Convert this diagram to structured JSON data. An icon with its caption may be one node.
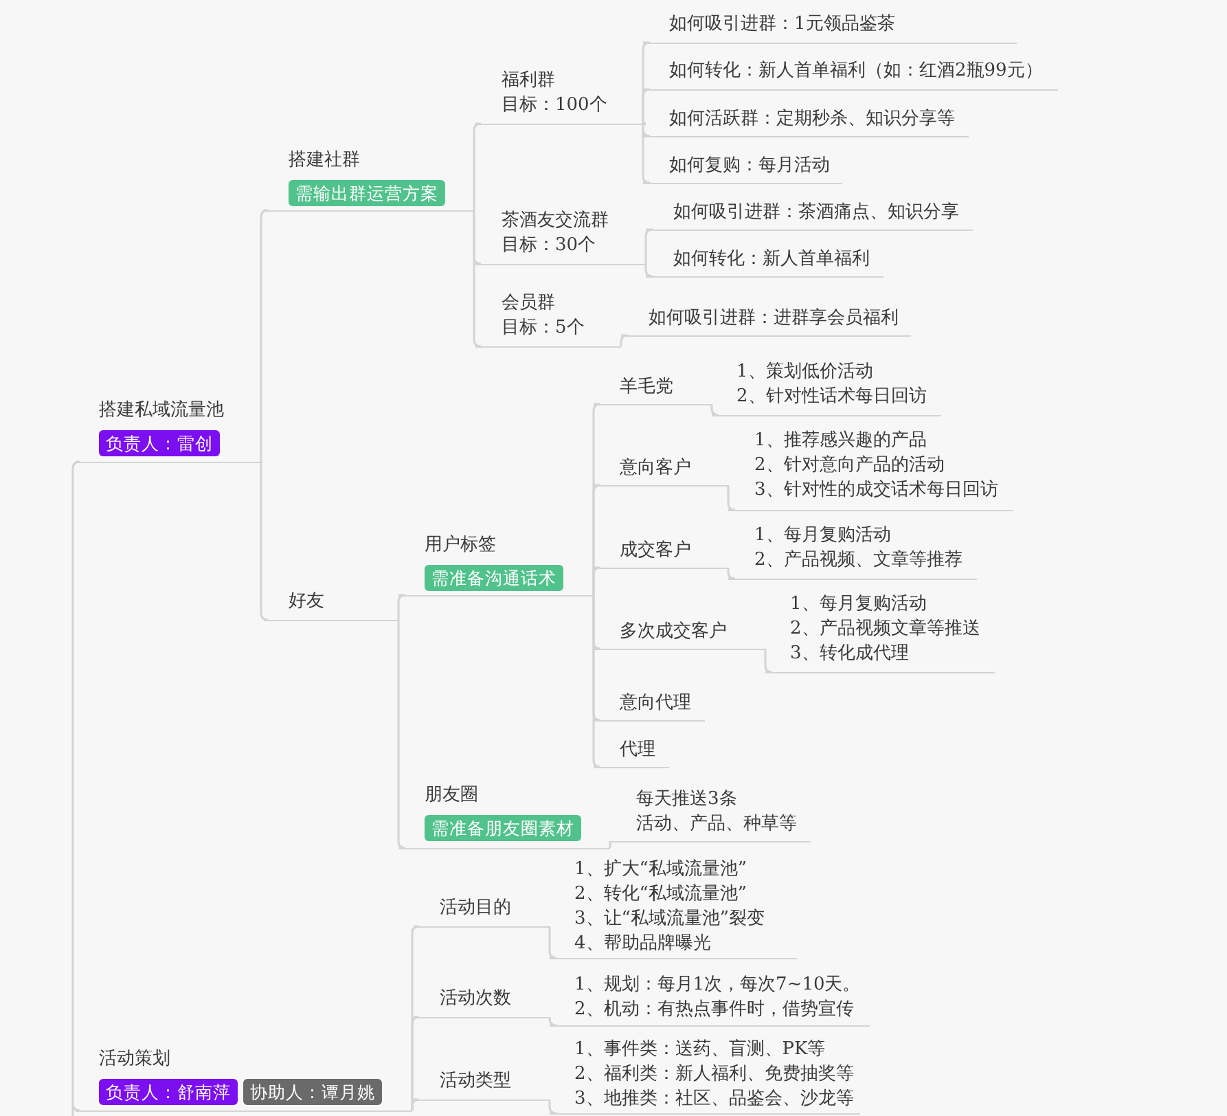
{
  "diagram": {
    "nodes": [
      {
        "text": [
          "搭建私域流量池",
          "负责人：雷创"
        ]
      },
      {
        "text": [
          "搭建社群",
          "需输出群运营方案"
        ]
      },
      {
        "text": [
          "福利群",
          "目标：100个"
        ]
      },
      {
        "text": [
          "如何吸引进群：1元领品鉴茶"
        ]
      },
      {
        "text": [
          "如何转化：新人首单福利（如：红酒2瓶99元）"
        ]
      },
      {
        "text": [
          "如何活跃群：定期秒杀、知识分享等"
        ]
      },
      {
        "text": [
          "如何复购：每月活动"
        ]
      },
      {
        "text": [
          "茶酒友交流群",
          "目标：30个"
        ]
      },
      {
        "text": [
          "如何吸引进群：茶酒痛点、知识分享"
        ]
      },
      {
        "text": [
          "如何转化：新人首单福利"
        ]
      },
      {
        "text": [
          "会员群",
          "目标：5个"
        ]
      },
      {
        "text": [
          "如何吸引进群：进群享会员福利"
        ]
      },
      {
        "text": [
          "好友"
        ]
      },
      {
        "text": [
          "用户标签",
          "需准备沟通话术"
        ]
      },
      {
        "text": [
          "羊毛党"
        ]
      },
      {
        "text": [
          "1、策划低价活动",
          "2、针对性话术每日回访"
        ]
      },
      {
        "text": [
          "意向客户"
        ]
      },
      {
        "text": [
          "1、推荐感兴趣的产品",
          "2、针对意向产品的活动",
          "3、针对性的成交话术每日回访"
        ]
      },
      {
        "text": [
          "成交客户"
        ]
      },
      {
        "text": [
          "1、每月复购活动",
          "2、产品视频、文章等推荐"
        ]
      },
      {
        "text": [
          "多次成交客户"
        ]
      },
      {
        "text": [
          "1、每月复购活动",
          "2、产品视频文章等推送",
          "3、转化成代理"
        ]
      },
      {
        "text": [
          "意向代理"
        ]
      },
      {
        "text": [
          "代理"
        ]
      },
      {
        "text": [
          "朋友圈",
          "需准备朋友圈素材"
        ]
      },
      {
        "text": [
          "每天推送3条",
          "活动、产品、种草等"
        ]
      },
      {
        "text": [
          "活动策划",
          "负责人：舒南萍",
          "协助人：谭月姚"
        ]
      },
      {
        "text": [
          "活动目的"
        ]
      },
      {
        "text": [
          "1、扩大“私域流量池”",
          "2、转化“私域流量池”",
          "3、让“私域流量池”裂变",
          "4、帮助品牌曝光"
        ]
      },
      {
        "text": [
          "活动次数"
        ]
      },
      {
        "text": [
          "1、规划：每月1次，每次7~10天。",
          "2、机动：有热点事件时，借势宣传"
        ]
      },
      {
        "text": [
          "活动类型"
        ]
      },
      {
        "text": [
          "1、事件类：送药、盲测、PK等",
          "2、福利类：新人福利、免费抽奖等",
          "3、地推类：社区、品鉴会、沙龙等"
        ]
      }
    ],
    "edges": [
      {
        "from": 0,
        "to": 26,
        "arrow": "none"
      },
      {
        "from": 0,
        "to": 1,
        "arrow": "none"
      },
      {
        "from": 0,
        "to": 12,
        "arrow": "none"
      },
      {
        "from": 1,
        "to": 2,
        "arrow": "none"
      },
      {
        "from": 1,
        "to": 7,
        "arrow": "none"
      },
      {
        "from": 1,
        "to": 10,
        "arrow": "none"
      },
      {
        "from": 2,
        "to": 3,
        "arrow": "none"
      },
      {
        "from": 2,
        "to": 4,
        "arrow": "none"
      },
      {
        "from": 2,
        "to": 5,
        "arrow": "none"
      },
      {
        "from": 2,
        "to": 6,
        "arrow": "none"
      },
      {
        "from": 7,
        "to": 8,
        "arrow": "none"
      },
      {
        "from": 7,
        "to": 9,
        "arrow": "none"
      },
      {
        "from": 10,
        "to": 11,
        "arrow": "none"
      },
      {
        "from": 12,
        "to": 13,
        "arrow": "none"
      },
      {
        "from": 12,
        "to": 24,
        "arrow": "none"
      },
      {
        "from": 13,
        "to": 14,
        "arrow": "none"
      },
      {
        "from": 13,
        "to": 16,
        "arrow": "none"
      },
      {
        "from": 13,
        "to": 18,
        "arrow": "none"
      },
      {
        "from": 13,
        "to": 20,
        "arrow": "none"
      },
      {
        "from": 13,
        "to": 22,
        "arrow": "none"
      },
      {
        "from": 13,
        "to": 23,
        "arrow": "none"
      },
      {
        "from": 14,
        "to": 15,
        "arrow": "none"
      },
      {
        "from": 16,
        "to": 17,
        "arrow": "none"
      },
      {
        "from": 18,
        "to": 19,
        "arrow": "none"
      },
      {
        "from": 20,
        "to": 21,
        "arrow": "none"
      },
      {
        "from": 24,
        "to": 25,
        "arrow": "none"
      },
      {
        "from": 26,
        "to": 27,
        "arrow": "none"
      },
      {
        "from": 26,
        "to": 29,
        "arrow": "none"
      },
      {
        "from": 26,
        "to": 31,
        "arrow": "none"
      },
      {
        "from": 27,
        "to": 28,
        "arrow": "none"
      },
      {
        "from": 29,
        "to": 30,
        "arrow": "none"
      },
      {
        "from": 31,
        "to": 32,
        "arrow": "none"
      }
    ]
  }
}
